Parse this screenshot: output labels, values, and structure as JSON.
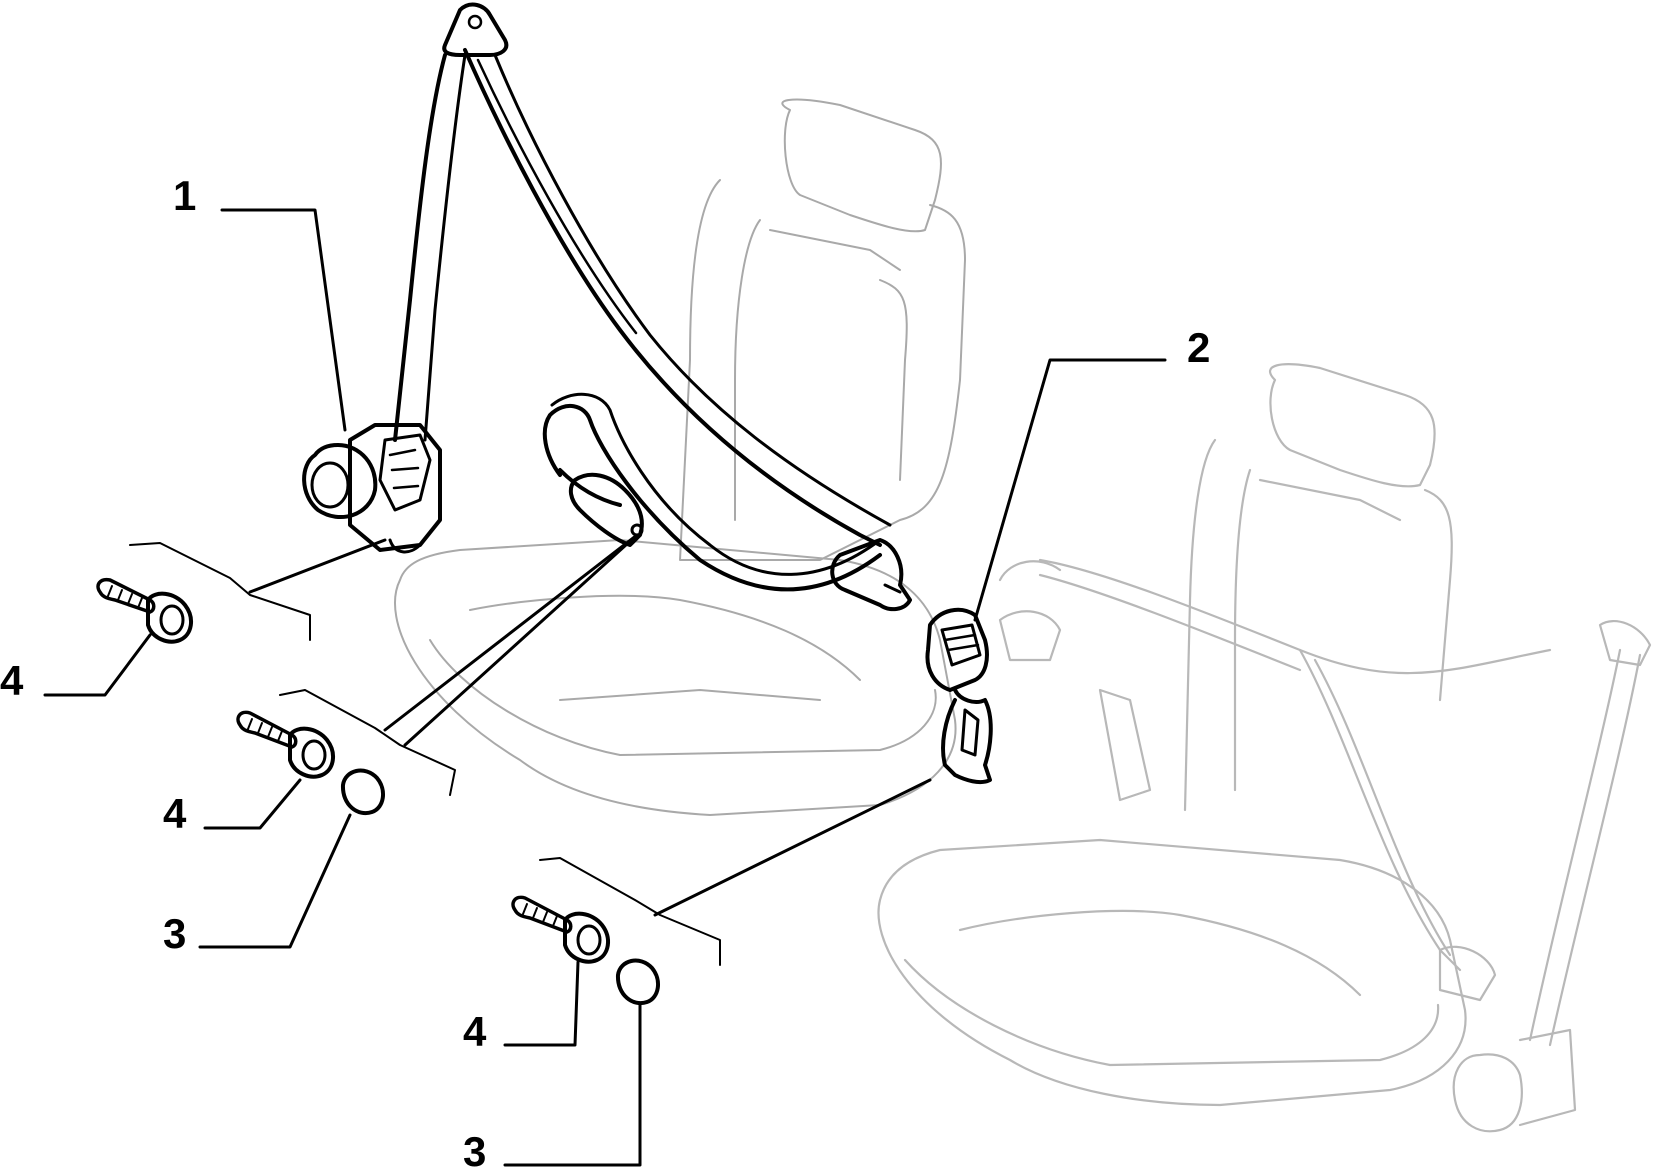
{
  "callouts": {
    "c1": "1",
    "c2": "2",
    "c3a": "3",
    "c3b": "3",
    "c4a": "4",
    "c4b": "4",
    "c4c": "4"
  },
  "colors": {
    "line": "#000000",
    "faint": "#b0b0b0",
    "background": "#ffffff"
  }
}
